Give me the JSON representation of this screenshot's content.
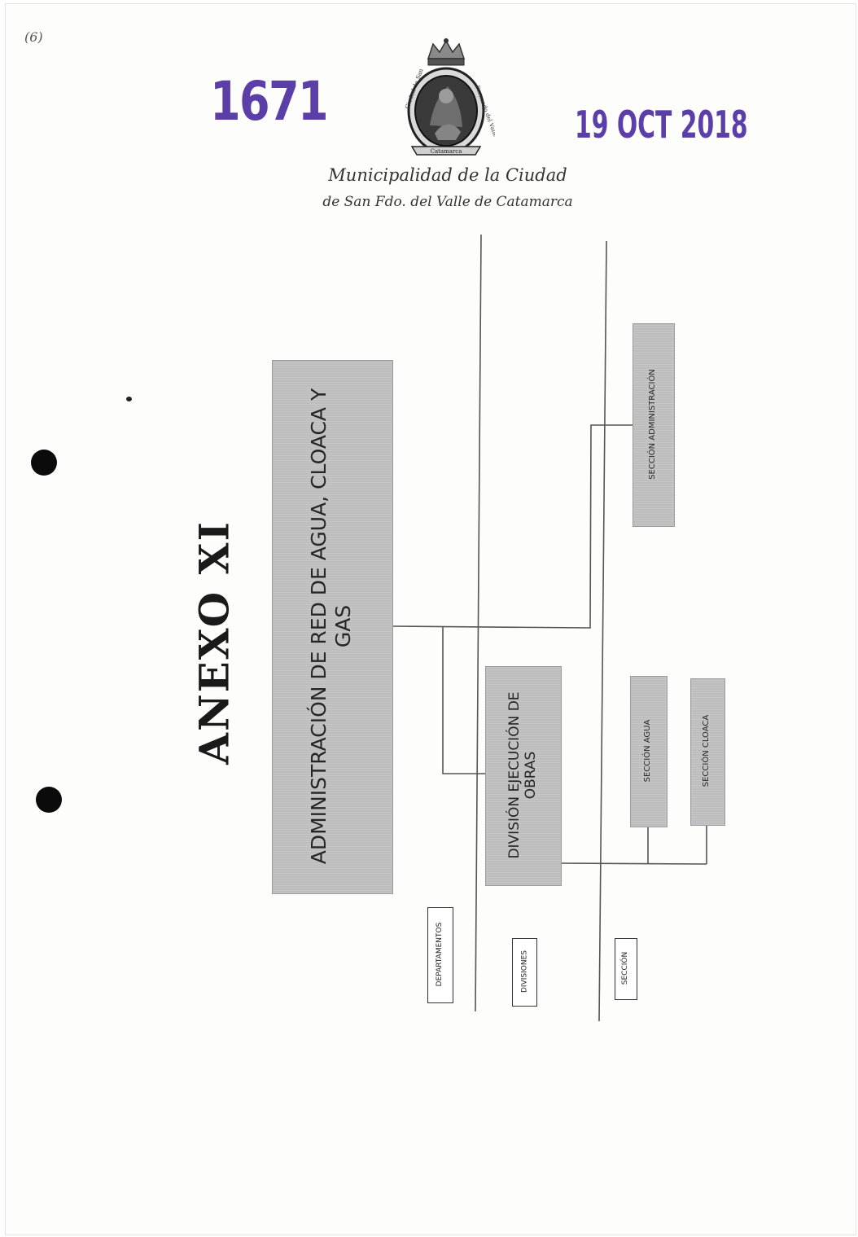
{
  "header": {
    "corner_mark": "(6)",
    "stamp_number": "1671",
    "stamp_date": "19 OCT 2018",
    "seal_text_left": "Ciudad de San",
    "seal_text_right": "Fernando del Valle de",
    "seal_text_bottom": "Catamarca",
    "institution_line1": "Municipalidad de la Ciudad",
    "institution_line2": "de San Fdo. del Valle de Catamarca"
  },
  "annex_title": "ANEXO XI",
  "org_chart": {
    "root": "ADMINISTRACIÓN DE RED DE AGUA, CLOACA Y GAS",
    "division": "DIVISIÓN EJECUCIÓN DE OBRAS",
    "sections": {
      "administracion": "SECCIÓN ADMINISTRACIÓN",
      "agua": "SECCIÓN AGUA",
      "cloaca": "SECCIÓN CLOACA"
    },
    "levels": {
      "departamentos": "DEPARTAMENTOS",
      "divisiones": "DIVISIONES",
      "seccion": "SECCIÓN"
    }
  },
  "colors": {
    "stamp": "#5b3ea8",
    "box_fill": "#bdbdbd",
    "connector": "#555555"
  }
}
